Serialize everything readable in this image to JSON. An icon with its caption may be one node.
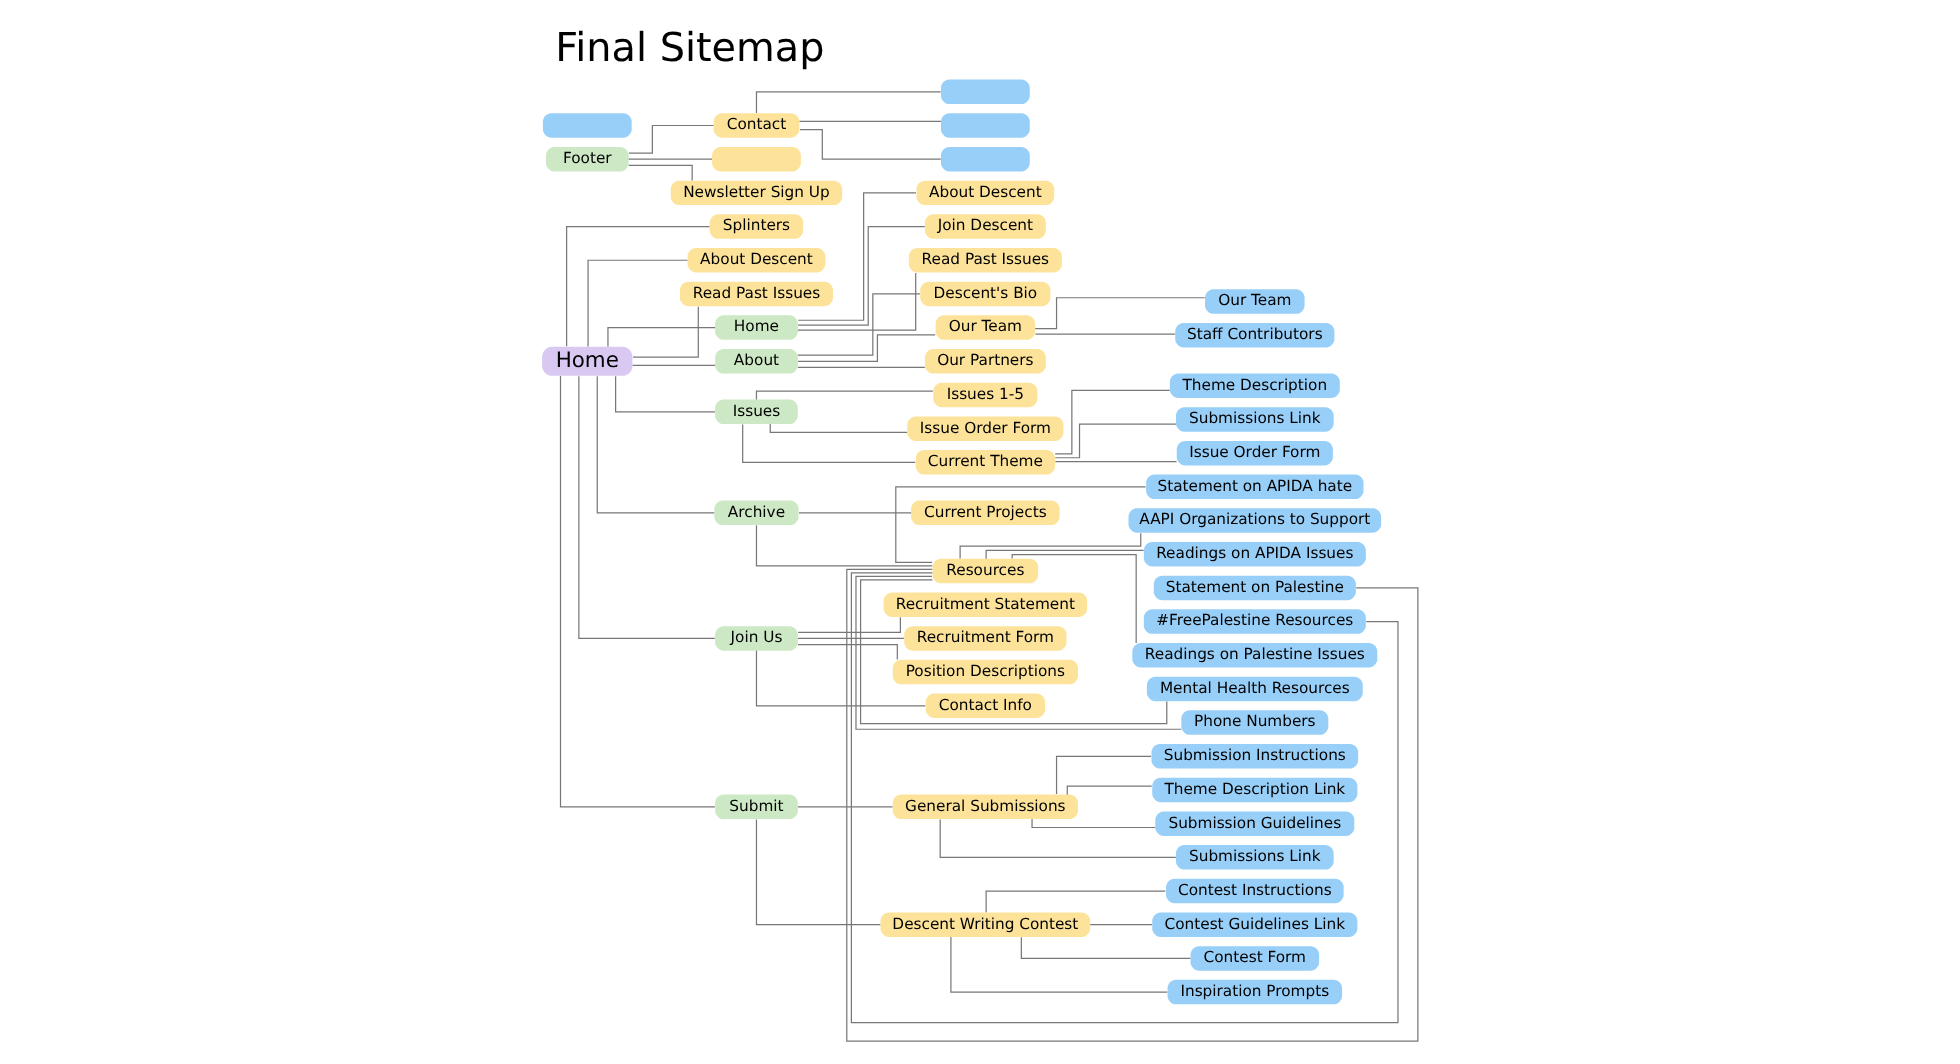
{
  "diagram": {
    "title": "Final Sitemap",
    "nodes": [
      {
        "text": [
          "Home"
        ]
      },
      {
        "text": [
          "Splinters"
        ]
      },
      {
        "text": [
          "About Descent"
        ]
      },
      {
        "text": [
          "Read Past Issues"
        ]
      },
      {
        "text": [
          "Footer"
        ]
      },
      {
        "text": [
          "Contact"
        ]
      },
      {
        "text": [],
        "shape": "box"
      },
      {
        "text": [],
        "shape": "box"
      },
      {
        "text": [],
        "shape": "box"
      },
      {
        "text": [],
        "shape": "box"
      },
      {
        "text": [],
        "shape": "box"
      },
      {
        "text": [
          "Newsletter Sign Up"
        ]
      },
      {
        "text": [
          "Home"
        ]
      },
      {
        "text": [
          "About Descent"
        ]
      },
      {
        "text": [
          "Join Descent"
        ]
      },
      {
        "text": [
          "Read Past Issues"
        ]
      },
      {
        "text": [
          "About"
        ]
      },
      {
        "text": [
          "Descent's Bio"
        ]
      },
      {
        "text": [
          "Our Team"
        ]
      },
      {
        "text": [
          "Our Team"
        ]
      },
      {
        "text": [
          "Staff Contributors"
        ]
      },
      {
        "text": [
          "Our Partners"
        ]
      },
      {
        "text": [
          "Issues"
        ]
      },
      {
        "text": [
          "Issues 1-5"
        ]
      },
      {
        "text": [
          "Issue Order Form"
        ]
      },
      {
        "text": [
          "Current Theme"
        ]
      },
      {
        "text": [
          "Theme Description"
        ]
      },
      {
        "text": [
          "Submissions Link"
        ]
      },
      {
        "text": [
          "Issue Order Form"
        ]
      },
      {
        "text": [
          "Archive"
        ]
      },
      {
        "text": [
          "Current Projects"
        ]
      },
      {
        "text": [
          "Resources"
        ]
      },
      {
        "text": [
          "Statement on APIDA hate"
        ]
      },
      {
        "text": [
          "AAPI Organizations to Support"
        ]
      },
      {
        "text": [
          "Readings on APIDA Issues"
        ]
      },
      {
        "text": [
          "Statement on Palestine"
        ]
      },
      {
        "text": [
          "#FreePalestine Resources"
        ]
      },
      {
        "text": [
          "Readings on Palestine Issues"
        ]
      },
      {
        "text": [
          "Mental Health Resources"
        ]
      },
      {
        "text": [
          "Phone Numbers"
        ]
      },
      {
        "text": [
          "Join Us"
        ]
      },
      {
        "text": [
          "Recruitment Statement"
        ]
      },
      {
        "text": [
          "Recruitment Form"
        ]
      },
      {
        "text": [
          "Position Descriptions"
        ]
      },
      {
        "text": [
          "Contact Info"
        ]
      },
      {
        "text": [
          "Submit"
        ]
      },
      {
        "text": [
          "General Submissions"
        ]
      },
      {
        "text": [
          "Submission Instructions"
        ]
      },
      {
        "text": [
          "Theme Description Link"
        ]
      },
      {
        "text": [
          "Submission Guidelines"
        ]
      },
      {
        "text": [
          "Submissions Link"
        ]
      },
      {
        "text": [
          "Descent Writing Contest"
        ]
      },
      {
        "text": [
          "Contest Instructions"
        ]
      },
      {
        "text": [
          "Contest Guidelines Link"
        ]
      },
      {
        "text": [
          "Contest Form"
        ]
      },
      {
        "text": [
          "Inspiration Prompts"
        ]
      }
    ],
    "edges": [
      {
        "from": 0,
        "to": 1,
        "arrow": "none"
      },
      {
        "from": 0,
        "to": 2,
        "arrow": "none"
      },
      {
        "from": 0,
        "to": 3,
        "arrow": "none"
      },
      {
        "from": 4,
        "to": 5,
        "arrow": "none"
      },
      {
        "from": 5,
        "to": 6,
        "arrow": "none"
      },
      {
        "from": 5,
        "to": 8,
        "arrow": "none"
      },
      {
        "from": 5,
        "to": 9,
        "arrow": "none"
      },
      {
        "from": 4,
        "to": 10,
        "arrow": "none"
      },
      {
        "from": 4,
        "to": 11,
        "arrow": "none"
      },
      {
        "from": 0,
        "to": 12,
        "arrow": "none"
      },
      {
        "from": 0,
        "to": 16,
        "arrow": "none"
      },
      {
        "from": 0,
        "to": 22,
        "arrow": "none"
      },
      {
        "from": 0,
        "to": 29,
        "arrow": "none"
      },
      {
        "from": 0,
        "to": 40,
        "arrow": "none"
      },
      {
        "from": 0,
        "to": 45,
        "arrow": "none"
      },
      {
        "from": 12,
        "to": 13,
        "arrow": "none"
      },
      {
        "from": 12,
        "to": 14,
        "arrow": "none"
      },
      {
        "from": 12,
        "to": 15,
        "arrow": "none"
      },
      {
        "from": 16,
        "to": 17,
        "arrow": "none"
      },
      {
        "from": 16,
        "to": 18,
        "arrow": "none"
      },
      {
        "from": 18,
        "to": 19,
        "arrow": "none"
      },
      {
        "from": 18,
        "to": 20,
        "arrow": "none"
      },
      {
        "from": 16,
        "to": 21,
        "arrow": "none"
      },
      {
        "from": 22,
        "to": 23,
        "arrow": "none"
      },
      {
        "from": 22,
        "to": 24,
        "arrow": "none"
      },
      {
        "from": 22,
        "to": 25,
        "arrow": "none"
      },
      {
        "from": 25,
        "to": 26,
        "arrow": "none"
      },
      {
        "from": 25,
        "to": 27,
        "arrow": "none"
      },
      {
        "from": 25,
        "to": 28,
        "arrow": "none"
      },
      {
        "from": 29,
        "to": 30,
        "arrow": "none"
      },
      {
        "from": 29,
        "to": 31,
        "arrow": "none"
      },
      {
        "from": 31,
        "to": 32,
        "arrow": "none"
      },
      {
        "from": 31,
        "to": 33,
        "arrow": "none"
      },
      {
        "from": 31,
        "to": 34,
        "arrow": "none"
      },
      {
        "from": 31,
        "to": 35,
        "arrow": "none"
      },
      {
        "from": 31,
        "to": 36,
        "arrow": "none"
      },
      {
        "from": 31,
        "to": 37,
        "arrow": "none"
      },
      {
        "from": 31,
        "to": 38,
        "arrow": "none"
      },
      {
        "from": 31,
        "to": 39,
        "arrow": "none"
      },
      {
        "from": 40,
        "to": 41,
        "arrow": "none"
      },
      {
        "from": 40,
        "to": 42,
        "arrow": "none"
      },
      {
        "from": 40,
        "to": 43,
        "arrow": "none"
      },
      {
        "from": 40,
        "to": 44,
        "arrow": "none"
      },
      {
        "from": 45,
        "to": 46,
        "arrow": "none"
      },
      {
        "from": 46,
        "to": 47,
        "arrow": "none"
      },
      {
        "from": 46,
        "to": 48,
        "arrow": "none"
      },
      {
        "from": 46,
        "to": 49,
        "arrow": "none"
      },
      {
        "from": 46,
        "to": 50,
        "arrow": "none"
      },
      {
        "from": 45,
        "to": 51,
        "arrow": "none"
      },
      {
        "from": 51,
        "to": 52,
        "arrow": "none"
      },
      {
        "from": 51,
        "to": 53,
        "arrow": "none"
      },
      {
        "from": 51,
        "to": 54,
        "arrow": "none"
      },
      {
        "from": 51,
        "to": 55,
        "arrow": "none"
      }
    ]
  }
}
